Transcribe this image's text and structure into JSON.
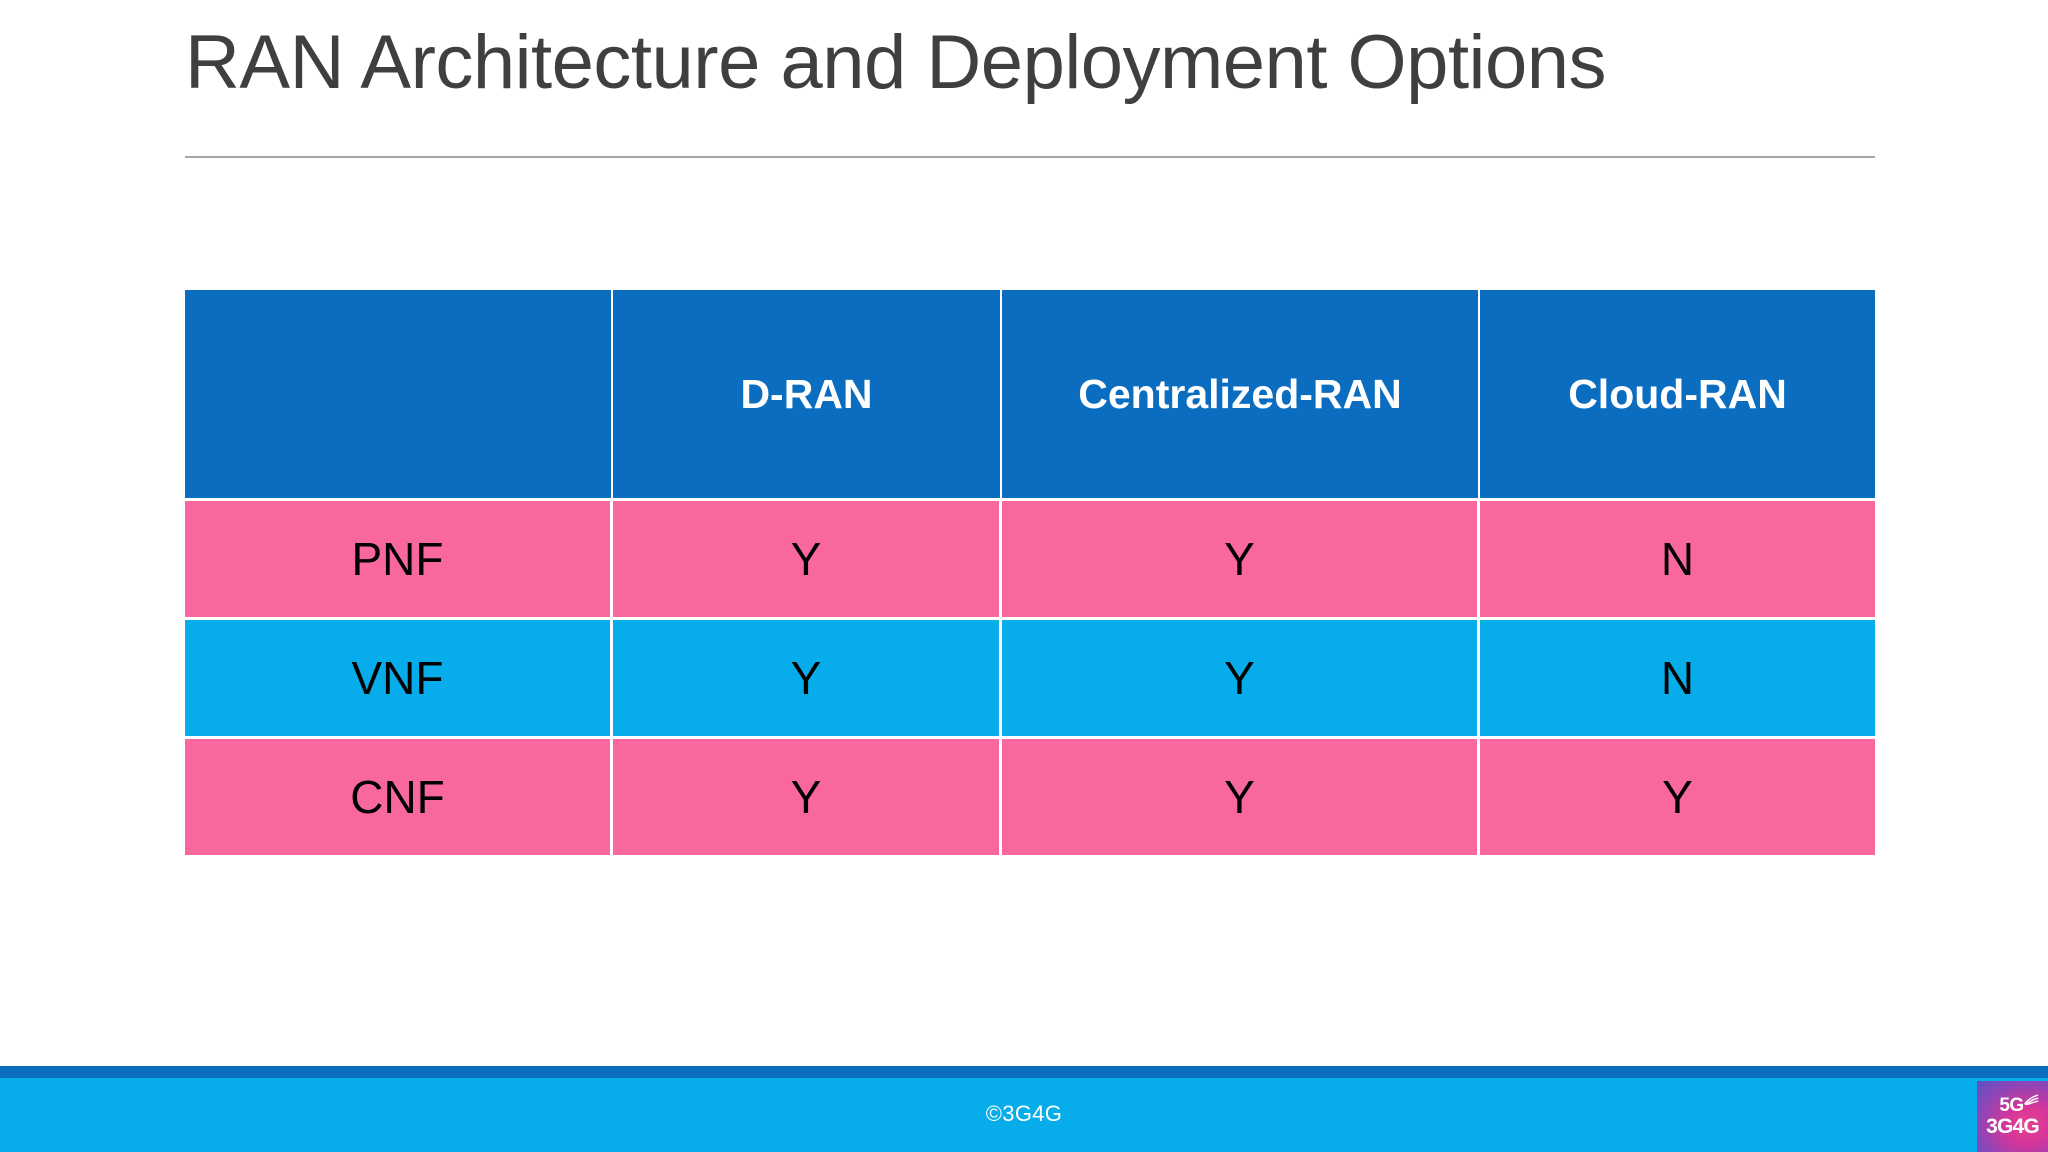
{
  "slide": {
    "title": "RAN Architecture and Deployment Options",
    "background_color": "#FFFFFF"
  },
  "colors": {
    "header_blue": "#0B6DBF",
    "row_pink": "#F9679F",
    "row_cyan": "#06ADEA",
    "title_gray": "#3F3F3F",
    "rule_gray": "#A6A6A6",
    "cell_text": "#000000",
    "header_text": "#FFFFFF"
  },
  "table": {
    "columns": [
      {
        "key": "label",
        "header": ""
      },
      {
        "key": "dran",
        "header": "D-RAN"
      },
      {
        "key": "cran",
        "header": "Centralized-RAN"
      },
      {
        "key": "cloud",
        "header": "Cloud-RAN"
      }
    ],
    "rows": [
      {
        "style": "pink",
        "label": "PNF",
        "dran": "Y",
        "cran": "Y",
        "cloud": "N"
      },
      {
        "style": "cyan",
        "label": "VNF",
        "dran": "Y",
        "cran": "Y",
        "cloud": "N"
      },
      {
        "style": "pink",
        "label": "CNF",
        "dran": "Y",
        "cran": "Y",
        "cloud": "Y"
      }
    ]
  },
  "footer": {
    "credit": "©3G4G",
    "logo": {
      "line1": "5G",
      "line2": "3G4G",
      "icon": "wifi-arcs-icon"
    }
  }
}
